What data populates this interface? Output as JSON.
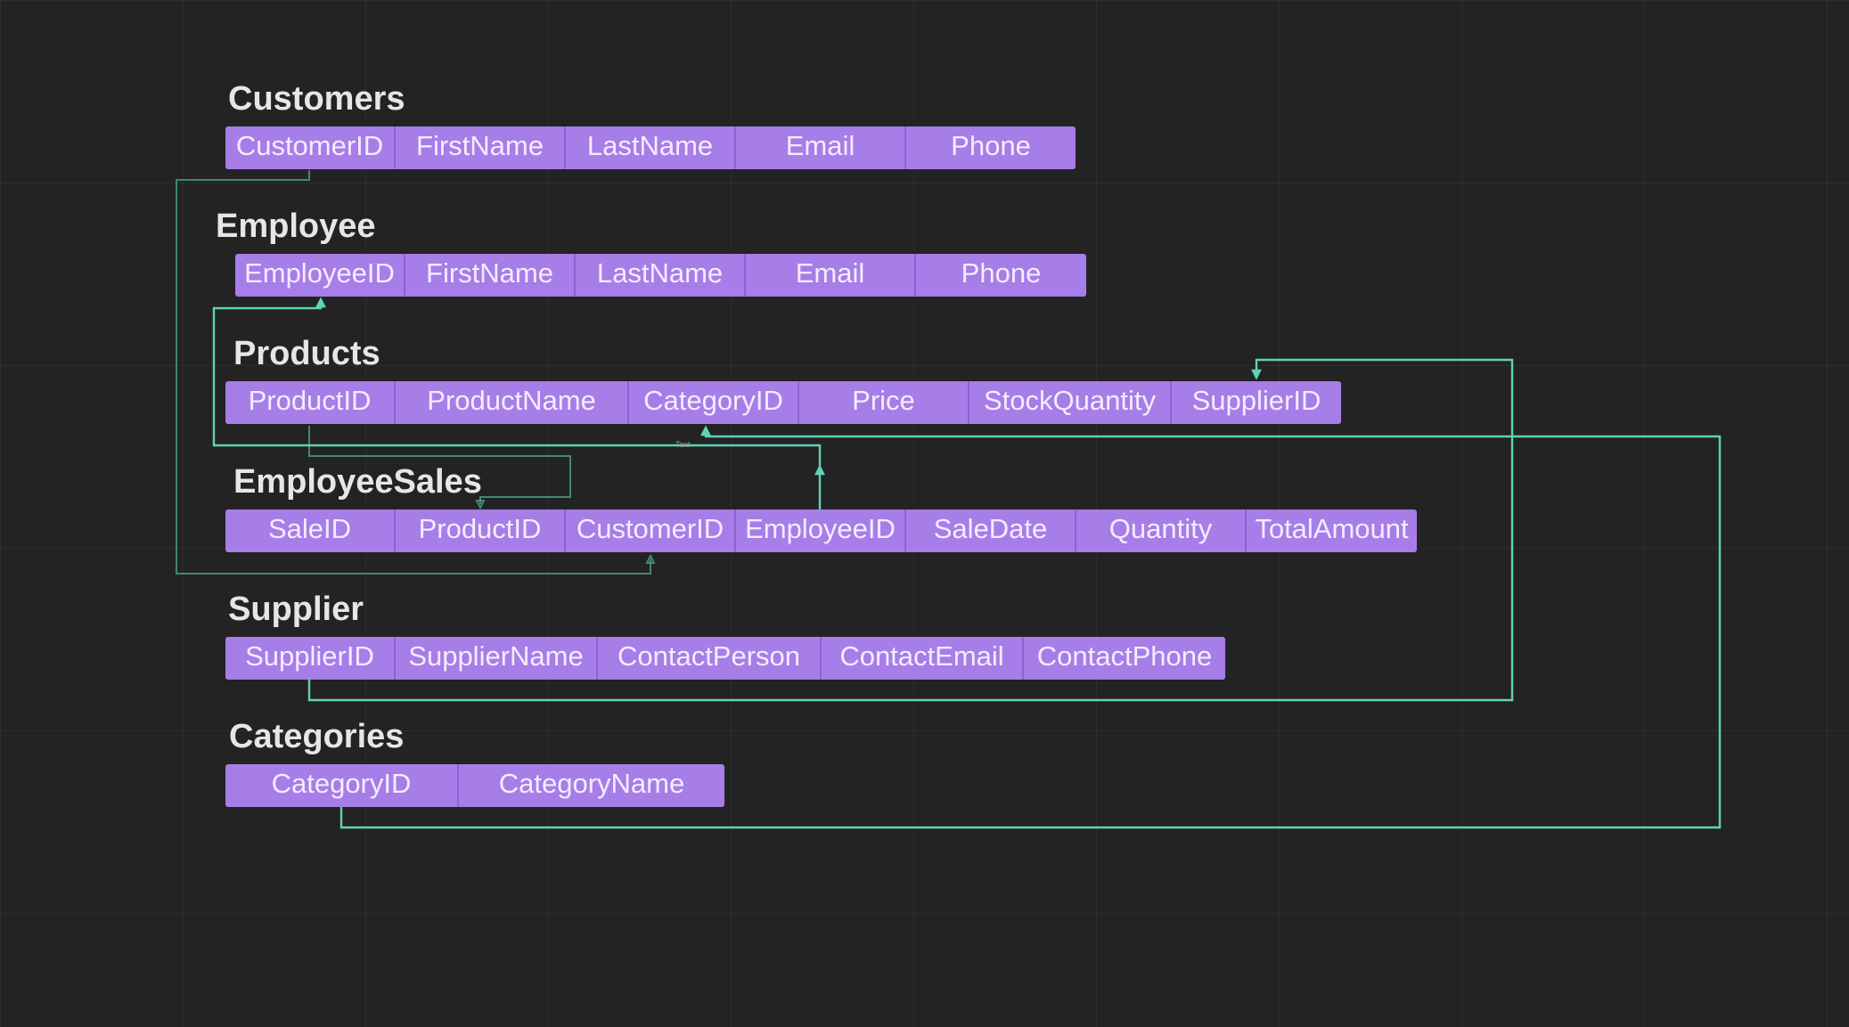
{
  "diagram": {
    "accent_color": "#a77de8",
    "connector_color": "#5fd3b6",
    "connector_label": "Text",
    "tables": [
      {
        "name": "Customers",
        "fields": [
          "CustomerID",
          "FirstName",
          "LastName",
          "Email",
          "Phone"
        ]
      },
      {
        "name": "Employee",
        "fields": [
          "EmployeeID",
          "FirstName",
          "LastName",
          "Email",
          "Phone"
        ]
      },
      {
        "name": "Products",
        "fields": [
          "ProductID",
          "ProductName",
          "CategoryID",
          "Price",
          "StockQuantity",
          "SupplierID"
        ]
      },
      {
        "name": "EmployeeSales",
        "fields": [
          "SaleID",
          "ProductID",
          "CustomerID",
          "EmployeeID",
          "SaleDate",
          "Quantity",
          "TotalAmount"
        ]
      },
      {
        "name": "Supplier",
        "fields": [
          "SupplierID",
          "SupplierName",
          "ContactPerson",
          "ContactEmail",
          "ContactPhone"
        ]
      },
      {
        "name": "Categories",
        "fields": [
          "CategoryID",
          "CategoryName"
        ]
      }
    ]
  }
}
